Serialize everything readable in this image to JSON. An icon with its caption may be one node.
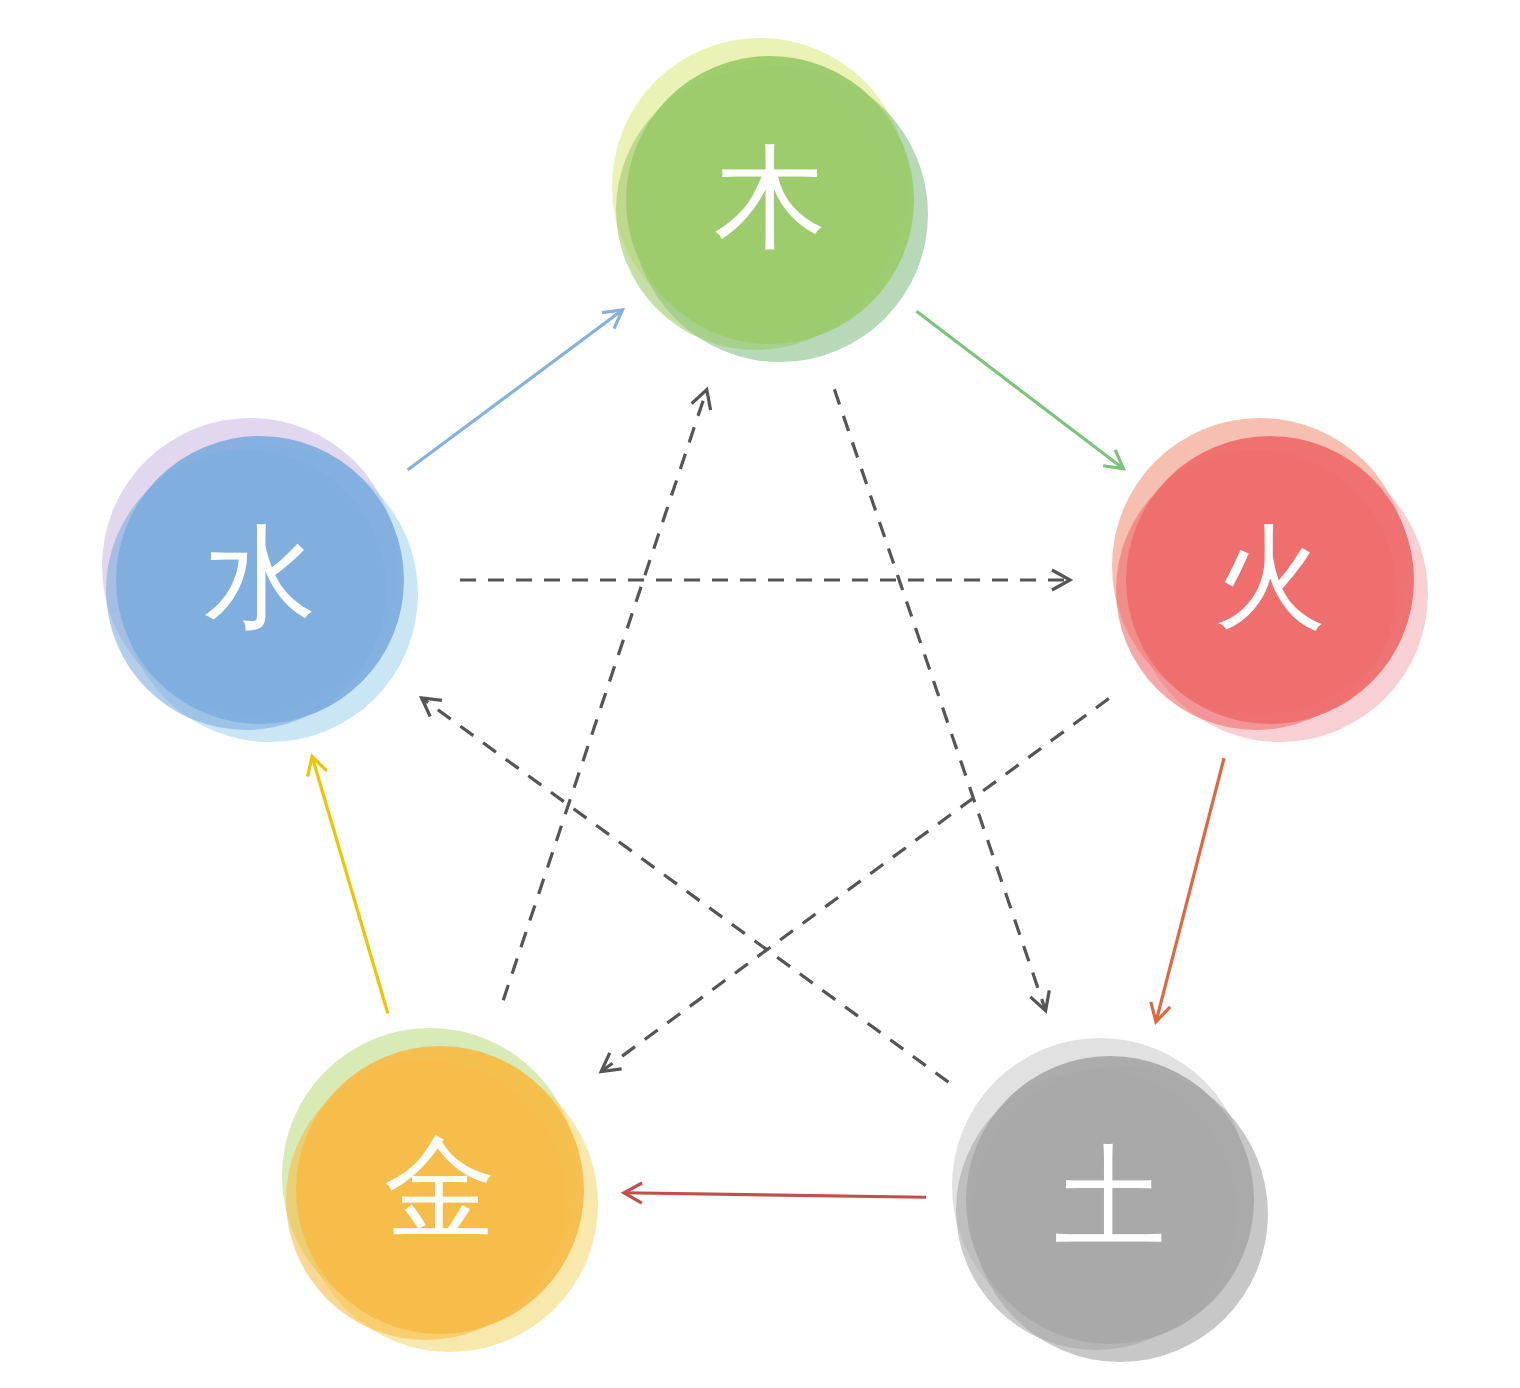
{
  "diagram": {
    "nodes": [
      {
        "text": [
          "木"
        ]
      },
      {
        "text": [
          "火"
        ]
      },
      {
        "text": [
          "土"
        ]
      },
      {
        "text": [
          "金"
        ]
      },
      {
        "text": [
          "水"
        ]
      }
    ],
    "edges": [
      {
        "from": 4,
        "to": 0,
        "arrow": "to",
        "color": "#86b1dc"
      },
      {
        "from": 0,
        "to": 1,
        "arrow": "to",
        "color": "#7cc47c"
      },
      {
        "from": 1,
        "to": 2,
        "arrow": "to",
        "color": "#e0673f"
      },
      {
        "from": 2,
        "to": 3,
        "arrow": "to",
        "color": "#c0504d"
      },
      {
        "from": 3,
        "to": 4,
        "arrow": "to",
        "color": "#f0c400"
      },
      {
        "from": 4,
        "to": 1,
        "arrow": "to",
        "style": "dashed"
      },
      {
        "from": 1,
        "to": 3,
        "arrow": "to",
        "style": "dashed"
      },
      {
        "from": 0,
        "to": 2,
        "arrow": "to",
        "style": "dashed"
      },
      {
        "from": 2,
        "to": 4,
        "arrow": "to",
        "style": "dashed"
      },
      {
        "from": 3,
        "to": 0,
        "arrow": "to",
        "style": "dashed"
      }
    ]
  }
}
